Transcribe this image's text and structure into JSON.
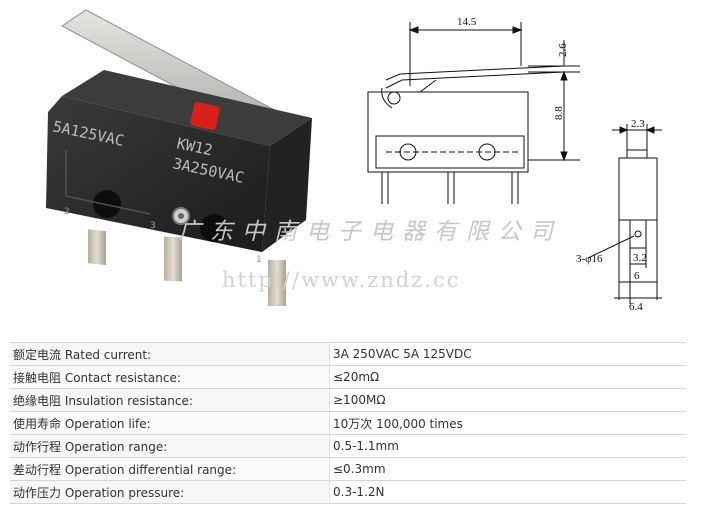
{
  "product": {
    "body_left_marking": "5A125VAC",
    "body_right_marking_1": "KW12",
    "body_right_marking_2": "3A250VAC",
    "terminal_2": "2",
    "terminal_3": "3",
    "terminal_1": "1"
  },
  "drawing": {
    "dim_width": "14.5",
    "dim_actuator": "2.6",
    "dim_height": "8.8",
    "side_dim_top": "2.3",
    "side_dim_hole": "3-φ16",
    "side_dim_3_2": "3.2",
    "side_dim_6": "6",
    "side_dim_6_4": "6.4"
  },
  "watermark": {
    "company": "广东中南电子电器有限公司",
    "url": "http://www.zndz.cc"
  },
  "specs": [
    {
      "label": "额定电流 Rated current:",
      "value": "3A 250VAC 5A 125VDC"
    },
    {
      "label": "接触电阻 Contact resistance:",
      "value": "≤20mΩ"
    },
    {
      "label": "绝缘电阻 Insulation resistance:",
      "value": "≥100MΩ"
    },
    {
      "label": "使用寿命 Operation life:",
      "value": "10万次 100,000 times"
    },
    {
      "label": "动作行程 Operation range:",
      "value": "0.5-1.1mm"
    },
    {
      "label": "差动行程 Operation differential range:",
      "value": "≤0.3mm"
    },
    {
      "label": "动作压力 Operation pressure:",
      "value": "0.3-1.2N"
    }
  ],
  "colors": {
    "switch_body": "#2b2b2b",
    "lever": "#c9cbc6",
    "button": "#d8201a",
    "terminal": "#c8c2b4",
    "drawing_line": "#111111"
  }
}
